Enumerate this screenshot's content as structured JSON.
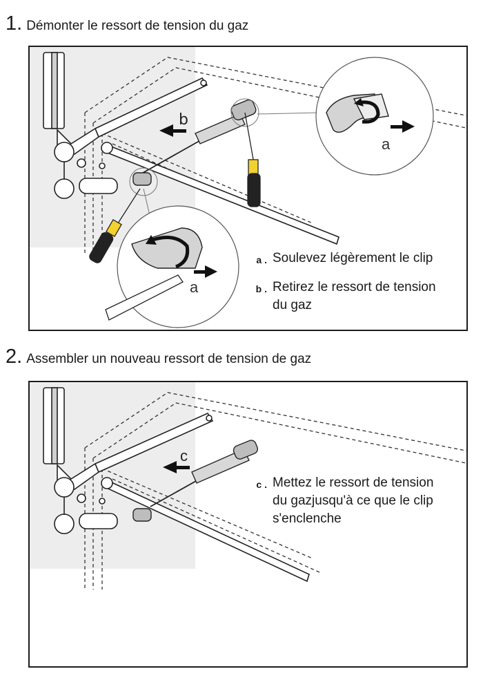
{
  "step1": {
    "number": "1.",
    "title": "Démonter le ressort de tension du gaz",
    "callout_a": "a",
    "callout_b": "b",
    "instructions": [
      {
        "key": "a .",
        "text": "Soulevez légèrement le clip"
      },
      {
        "key": "b .",
        "text": "Retirez le ressort de tension\ndu gaz"
      }
    ]
  },
  "step2": {
    "number": "2.",
    "title": "Assembler un nouveau ressort de tension de gaz",
    "callout_c": "c",
    "instructions": [
      {
        "key": "c .",
        "text": "Mettez le ressort de tension\ndu gazjusqu'à ce que le clip\ns'enclenche"
      }
    ]
  },
  "colors": {
    "line": "#2a2a2a",
    "shade": "#e6e6e6",
    "part_gray": "#bdbdbd",
    "screwdriver_yellow": "#f2d230",
    "screwdriver_handle": "#222222"
  }
}
